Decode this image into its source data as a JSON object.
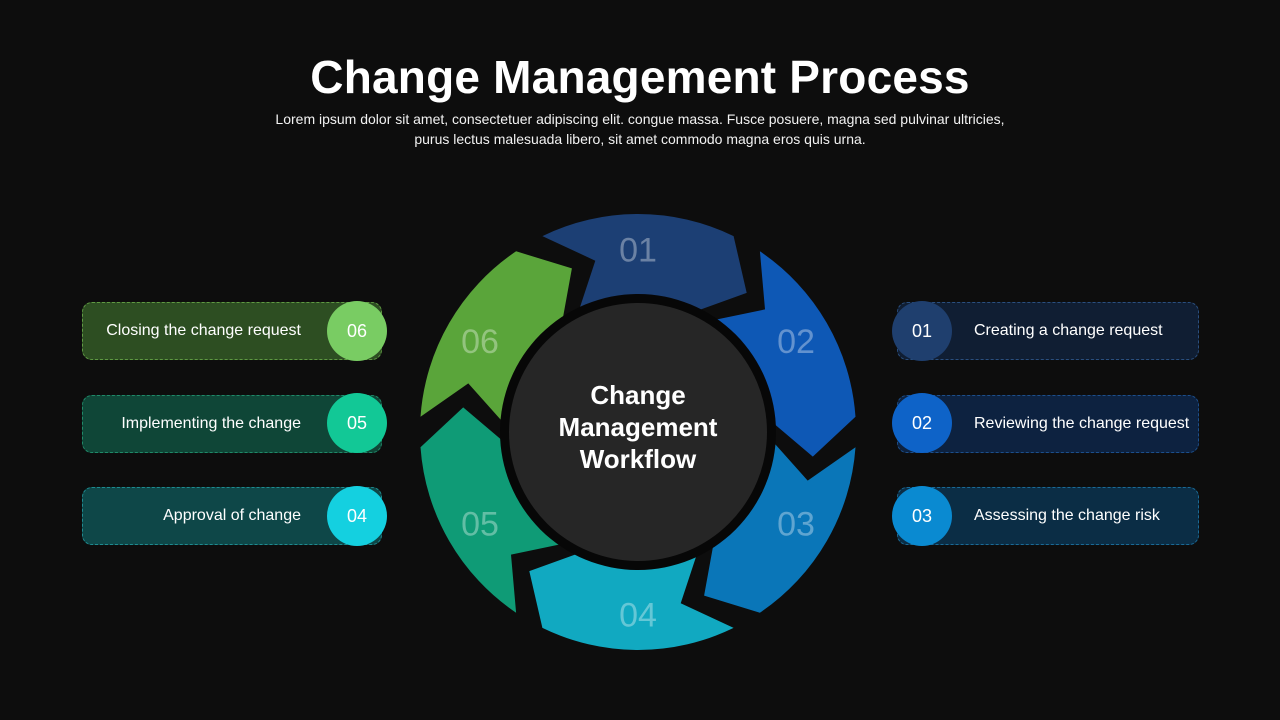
{
  "header": {
    "title": "Change Management Process",
    "subtitle_line1": "Lorem ipsum dolor sit amet, consectetuer adipiscing elit. congue massa. Fusce posuere, magna sed pulvinar ultricies,",
    "subtitle_line2": "purus lectus malesuada libero, sit amet commodo magna eros quis urna."
  },
  "center": {
    "line1": "Change",
    "line2": "Management",
    "line3": "Workflow"
  },
  "steps": [
    {
      "number": "01",
      "label": "Creating a change request",
      "color": "#1c3f74"
    },
    {
      "number": "02",
      "label": "Reviewing the change request",
      "color": "#0e58b5"
    },
    {
      "number": "03",
      "label": "Assessing the change risk",
      "color": "#0a76b8"
    },
    {
      "number": "04",
      "label": "Approval of change",
      "color": "#11a9c1"
    },
    {
      "number": "05",
      "label": "Implementing the change",
      "color": "#0f9b76"
    },
    {
      "number": "06",
      "label": "Closing the change request",
      "color": "#5aa53a"
    }
  ]
}
